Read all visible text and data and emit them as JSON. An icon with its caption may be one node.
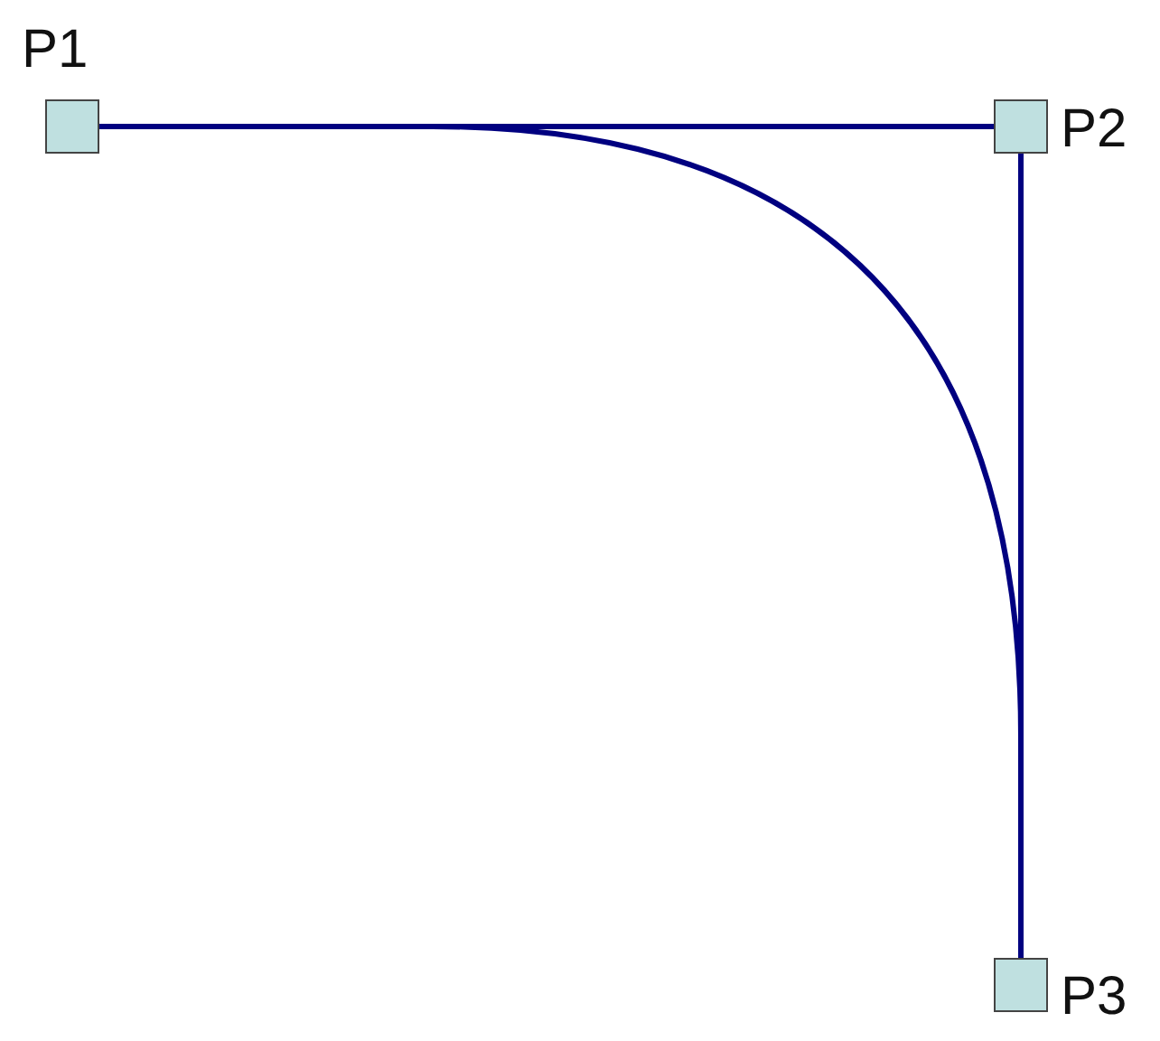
{
  "diagram": {
    "nodes": [
      {
        "text": [],
        "shape": "box",
        "beside": [
          "P1"
        ]
      },
      {
        "text": [],
        "shape": "box",
        "beside": [
          "P2"
        ]
      },
      {
        "text": [],
        "shape": "box",
        "beside": [
          "P3"
        ]
      }
    ],
    "edges": [
      {
        "from": 0,
        "to": 1,
        "arrow": "none"
      },
      {
        "from": 1,
        "to": 2,
        "arrow": "none"
      }
    ]
  }
}
